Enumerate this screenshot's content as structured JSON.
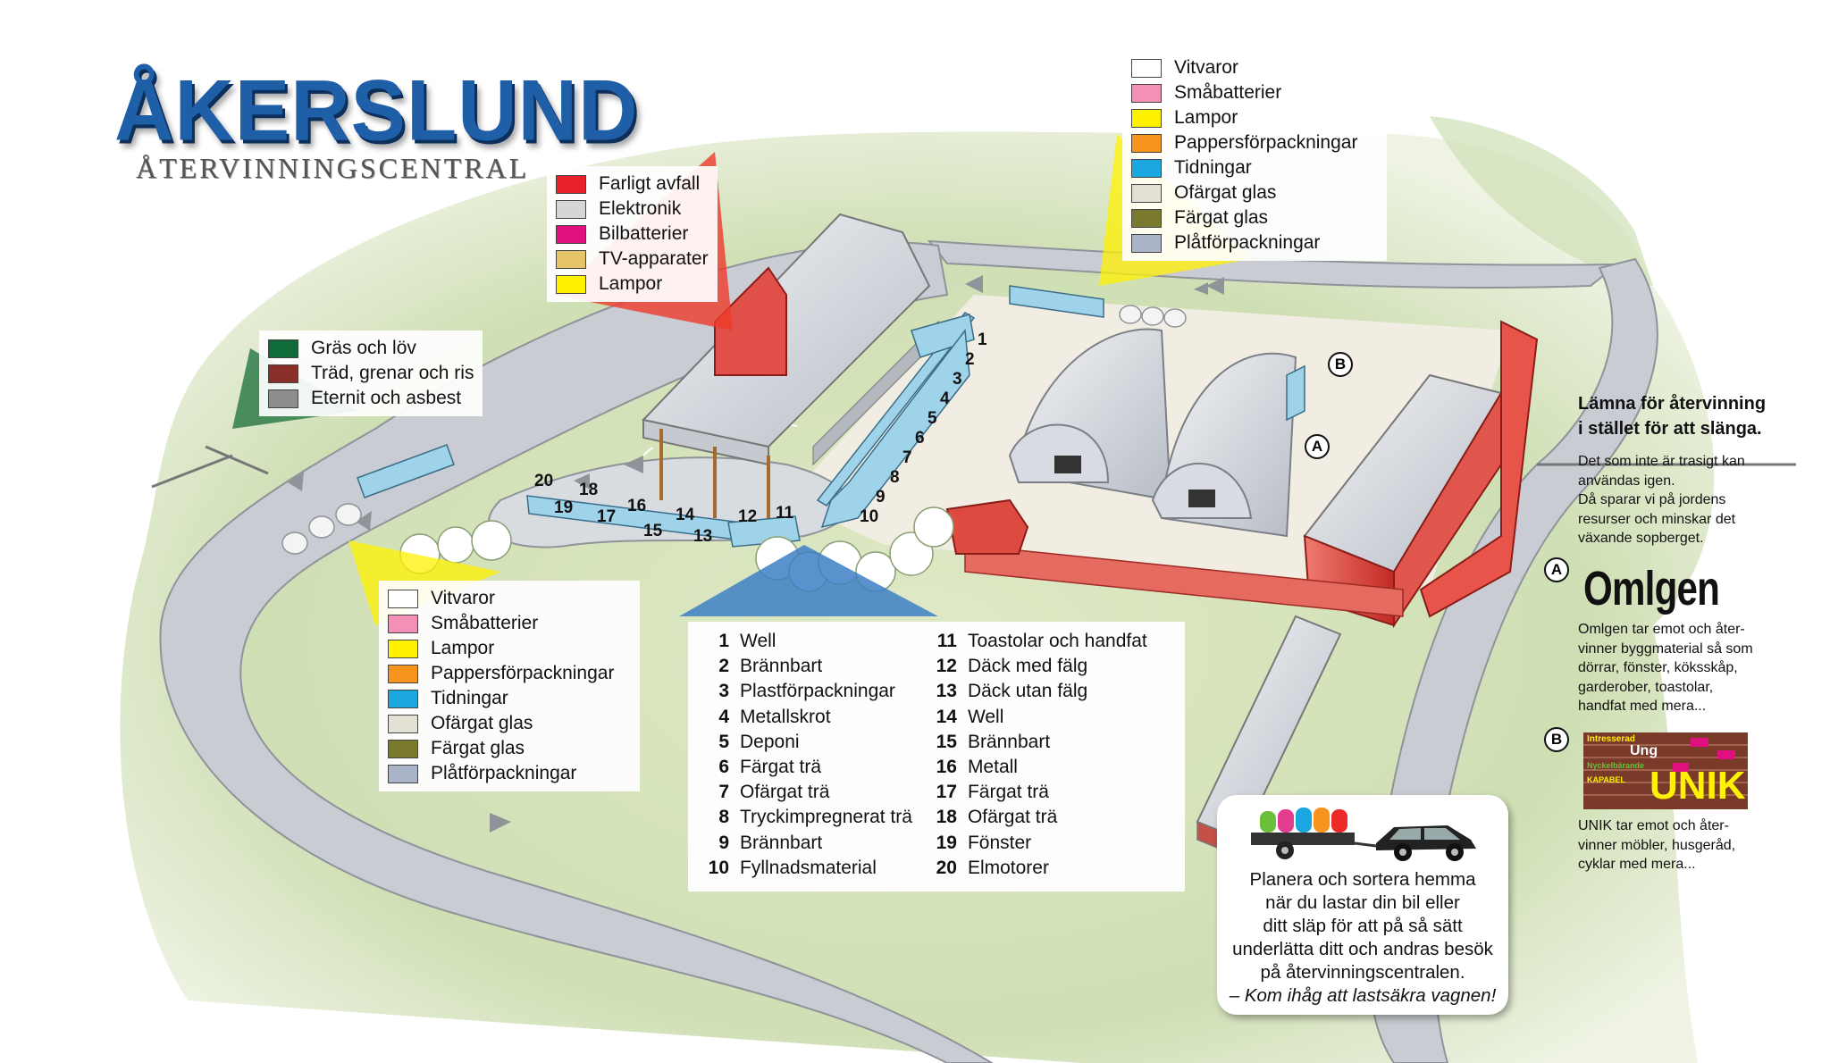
{
  "header": {
    "title": "ÅKERSLUND",
    "subtitle": "ÅTERVINNINGSCENTRAL"
  },
  "legend_top_middle": [
    {
      "label": "Farligt avfall",
      "color": "#e8202a"
    },
    {
      "label": "Elektronik",
      "color": "#d6d6d6"
    },
    {
      "label": "Bilbatterier",
      "color": "#e0107f"
    },
    {
      "label": "TV-apparater",
      "color": "#e6c46a"
    },
    {
      "label": "Lampor",
      "color": "#fff200"
    }
  ],
  "legend_top_right": [
    {
      "label": "Vitvaror",
      "color": "#ffffff"
    },
    {
      "label": "Småbatterier",
      "color": "#f48fb8"
    },
    {
      "label": "Lampor",
      "color": "#fff200"
    },
    {
      "label": "Pappersförpackningar",
      "color": "#f7941d"
    },
    {
      "label": "Tidningar",
      "color": "#1ba7e0"
    },
    {
      "label": "Ofärgat glas",
      "color": "#e3e1d3"
    },
    {
      "label": "Färgat glas",
      "color": "#7a7a2e"
    },
    {
      "label": "Plåtförpackningar",
      "color": "#a9b4c9"
    }
  ],
  "legend_left": [
    {
      "label": "Gräs och löv",
      "color": "#0f6b3a"
    },
    {
      "label": "Träd, grenar och ris",
      "color": "#8a2e28"
    },
    {
      "label": "Eternit och asbest",
      "color": "#8d8d8f"
    }
  ],
  "legend_bottom_left": [
    {
      "label": "Vitvaror",
      "color": "#ffffff"
    },
    {
      "label": "Småbatterier",
      "color": "#f48fb8"
    },
    {
      "label": "Lampor",
      "color": "#fff200"
    },
    {
      "label": "Pappersförpackningar",
      "color": "#f7941d"
    },
    {
      "label": "Tidningar",
      "color": "#1ba7e0"
    },
    {
      "label": "Ofärgat glas",
      "color": "#e3e1d3"
    },
    {
      "label": "Färgat glas",
      "color": "#7a7a2e"
    },
    {
      "label": "Plåtförpackningar",
      "color": "#a9b4c9"
    }
  ],
  "numbered_list": [
    {
      "num": "1",
      "label": "Well"
    },
    {
      "num": "2",
      "label": "Brännbart"
    },
    {
      "num": "3",
      "label": "Plastförpackningar"
    },
    {
      "num": "4",
      "label": "Metallskrot"
    },
    {
      "num": "5",
      "label": "Deponi"
    },
    {
      "num": "6",
      "label": "Färgat trä"
    },
    {
      "num": "7",
      "label": "Ofärgat trä"
    },
    {
      "num": "8",
      "label": "Tryckimpregnerat trä"
    },
    {
      "num": "9",
      "label": "Brännbart"
    },
    {
      "num": "10",
      "label": "Fyllnadsmaterial"
    },
    {
      "num": "11",
      "label": "Toastolar och handfat"
    },
    {
      "num": "12",
      "label": "Däck med fälg"
    },
    {
      "num": "13",
      "label": "Däck utan fälg"
    },
    {
      "num": "14",
      "label": "Well"
    },
    {
      "num": "15",
      "label": "Brännbart"
    },
    {
      "num": "16",
      "label": "Metall"
    },
    {
      "num": "17",
      "label": "Färgat trä"
    },
    {
      "num": "18",
      "label": "Ofärgat trä"
    },
    {
      "num": "19",
      "label": "Fönster"
    },
    {
      "num": "20",
      "label": "Elmotorer"
    }
  ],
  "map_labels": {
    "stalls": [
      "1",
      "2",
      "3",
      "4",
      "5",
      "6",
      "7",
      "8",
      "9",
      "10",
      "11",
      "12",
      "13",
      "14",
      "15",
      "16",
      "17",
      "18",
      "19",
      "20"
    ],
    "marker_a": "A",
    "marker_b": "B"
  },
  "infobox": {
    "lines": [
      "Planera och sortera hemma",
      "när du lastar din bil eller",
      "ditt släp för att på så sätt",
      "underlätta ditt och andras besök",
      "på återvinningscentralen."
    ],
    "italic_line": "– Kom ihåg att lastsäkra vagnen!"
  },
  "side_panel": {
    "heading_1": "Lämna för återvinning",
    "heading_2": "i stället för att slänga.",
    "intro": [
      "Det som inte är trasigt kan",
      "användas igen.",
      "Då sparar vi på jordens",
      "resurser och minskar det",
      "växande sopberget."
    ],
    "a_label": "A",
    "a_title": "Omlgen",
    "a_text": [
      "Omlgen tar emot och åter-",
      "vinner byggmaterial så som",
      "dörrar, fönster, köksskåp,",
      "garderober, toastolar,",
      "handfat med mera..."
    ],
    "b_label": "B",
    "b_logo_small_1": "Intresserad",
    "b_logo_small_2": "Ung",
    "b_logo_small_3": "Nyckelbärande",
    "b_logo_small_4": "KAPABEL",
    "b_logo_big": "UNIK",
    "b_text": [
      "UNIK tar emot och åter-",
      "vinner möbler, husgeråd,",
      "cyklar med mera..."
    ]
  },
  "colors": {
    "road": "#c9ccd2",
    "grass": "#dfe9c9",
    "title_blue": "#1f5fa8",
    "building_red": "#d63a32",
    "container_blue": "#9fd3ea"
  }
}
